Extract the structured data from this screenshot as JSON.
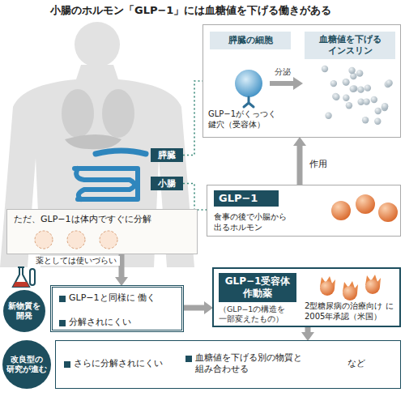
{
  "diagram": {
    "title": "小腸のホルモン「GLP−1」には血糖値を下げる働きがある",
    "nodes": [
      {
        "text": [
          "GLP−1がくっつく 鍵穴（受容体）",
          "分泌"
        ]
      },
      {
        "text": [
          "膵臓の細胞"
        ],
        "in": 0
      },
      {
        "text": [
          "血糖値を下げる インスリン"
        ],
        "in": 0
      },
      {
        "text": [
          "膵臓"
        ]
      },
      {
        "text": [
          "小腸"
        ]
      },
      {
        "text": [
          "GLP−1",
          "食事の後で小腸から 出るホルモン"
        ]
      },
      {
        "text": [
          "ただ、GLP−1は体内ですぐに分解"
        ]
      },
      {
        "text": [
          "新物質を 開発"
        ]
      },
      {
        "text": [
          "GLP−1と同様に 働く",
          "分解されにくい"
        ]
      },
      {
        "text": [
          "GLP−1受容体 作動薬",
          "（GLP−1の構造を 一部変えたもの）",
          "2型糖尿病の治療向け に2005年承認（米国）"
        ]
      },
      {
        "text": [
          "改良型の 研究が進む"
        ]
      },
      {
        "text": [
          "さらに分解されにくい",
          "血糖値を下げる別の物質と 組み合わせる",
          "など"
        ]
      }
    ],
    "edges": [
      {
        "from": 5,
        "to": 0,
        "arrow": "to",
        "label": "作用"
      },
      {
        "from": 3,
        "to": 0,
        "arrow": "none"
      },
      {
        "from": 4,
        "to": 5,
        "arrow": "none"
      },
      {
        "from": 6,
        "to": 8,
        "arrow": "to",
        "label": "薬としては使いづらい"
      },
      {
        "from": 8,
        "to": 9,
        "arrow": "to"
      },
      {
        "from": 9,
        "to": 11,
        "arrow": "to"
      }
    ]
  }
}
